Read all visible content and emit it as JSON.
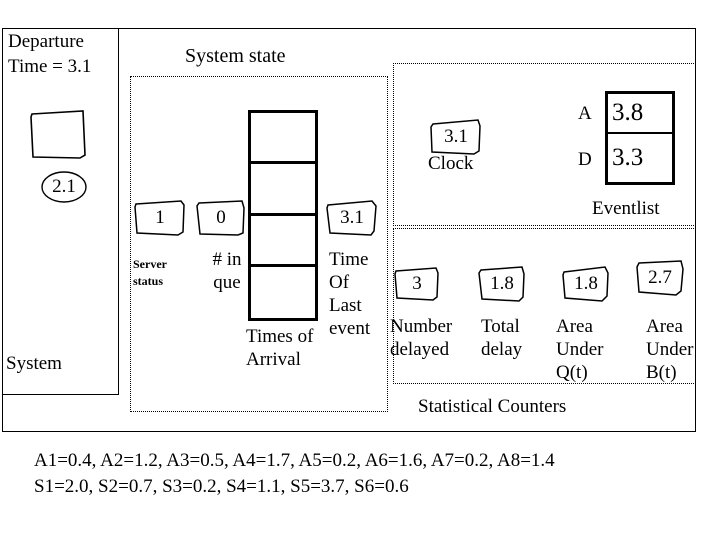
{
  "departure": {
    "line1": "Departure",
    "line2": "Time = 3.1"
  },
  "system": {
    "caption": "System",
    "server_box_value": "",
    "customer_in_service": "2.1"
  },
  "system_state": {
    "title": "System state",
    "server_status": {
      "value": "1",
      "caption": "Server status"
    },
    "num_in_queue": {
      "value": "0",
      "caption": "# in que"
    },
    "time_of_last_event": {
      "value": "3.1",
      "caption": "Time Of Last event"
    },
    "queue": {
      "caption": "Times of Arrival",
      "cells": [
        "",
        "",
        "",
        ""
      ]
    }
  },
  "clock": {
    "value": "3.1",
    "caption": "Clock"
  },
  "eventlist": {
    "caption": "Eventlist",
    "events": [
      {
        "tag": "A",
        "time": "3.8"
      },
      {
        "tag": "D",
        "time": "3.3"
      }
    ]
  },
  "statistical_counters": {
    "caption": "Statistical Counters",
    "counters": [
      {
        "value": "3",
        "caption": "Number delayed"
      },
      {
        "value": "1.8",
        "caption": "Total delay"
      },
      {
        "value": "1.8",
        "caption": "Area Under Q(t)"
      },
      {
        "value": "2.7",
        "caption": "Area Under B(t)"
      }
    ]
  },
  "legend": {
    "arrivals": "A1=0.4, A2=1.2, A3=0.5, A4=1.7, A5=0.2, A6=1.6, A7=0.2, A8=1.4",
    "services": "S1=2.0, S2=0.7, S3=0.2, S4=1.1, S5=3.7, S6=0.6"
  },
  "colors": {
    "ink": "#000000",
    "background": "#ffffff"
  }
}
